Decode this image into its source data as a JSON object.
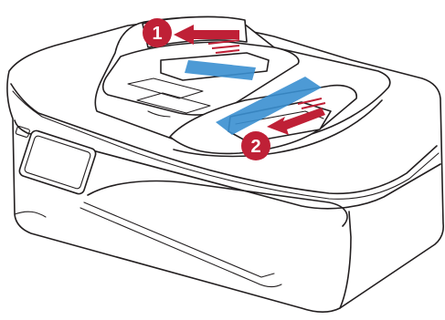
{
  "diagram": {
    "subject": "printer-automatic-document-feeder",
    "colors": {
      "outline": "#231f20",
      "callout": "#bf2036",
      "guide_highlight": "#3a8fd0",
      "background": "#ffffff"
    },
    "callouts": [
      {
        "number": "1",
        "action": "slide-paper-guide-left",
        "arrow_direction": "left"
      },
      {
        "number": "2",
        "action": "slide-paper-guide-down",
        "arrow_direction": "down-left"
      }
    ],
    "highlights": [
      {
        "part": "rear-paper-guide"
      },
      {
        "part": "front-paper-guide"
      }
    ]
  }
}
